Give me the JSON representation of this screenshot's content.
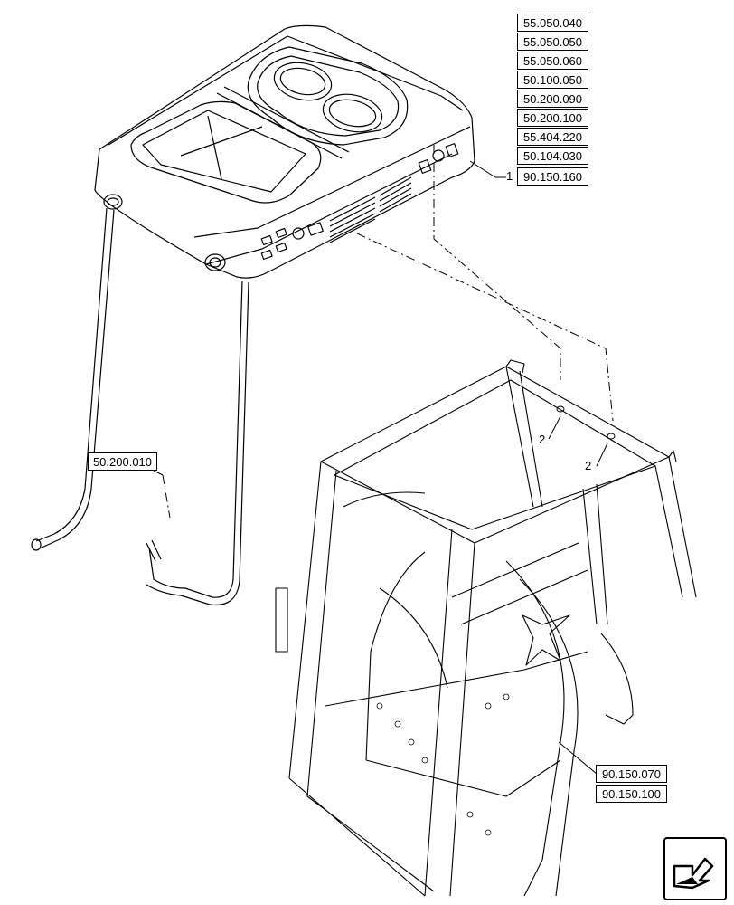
{
  "reference_group_top": [
    "55.050.040",
    "55.050.050",
    "55.050.060",
    "50.100.050",
    "50.200.090",
    "50.200.100",
    "55.404.220",
    "50.104.030",
    "90.150.160"
  ],
  "reference_left": "50.200.010",
  "reference_group_bottom": [
    "90.150.070",
    "90.150.100"
  ],
  "callouts": {
    "item1": "1",
    "item2a": "2",
    "item2b": "2"
  },
  "icons": {
    "navigation": "arrow-next-page-icon"
  },
  "colors": {
    "line": "#000000",
    "background": "#ffffff"
  }
}
